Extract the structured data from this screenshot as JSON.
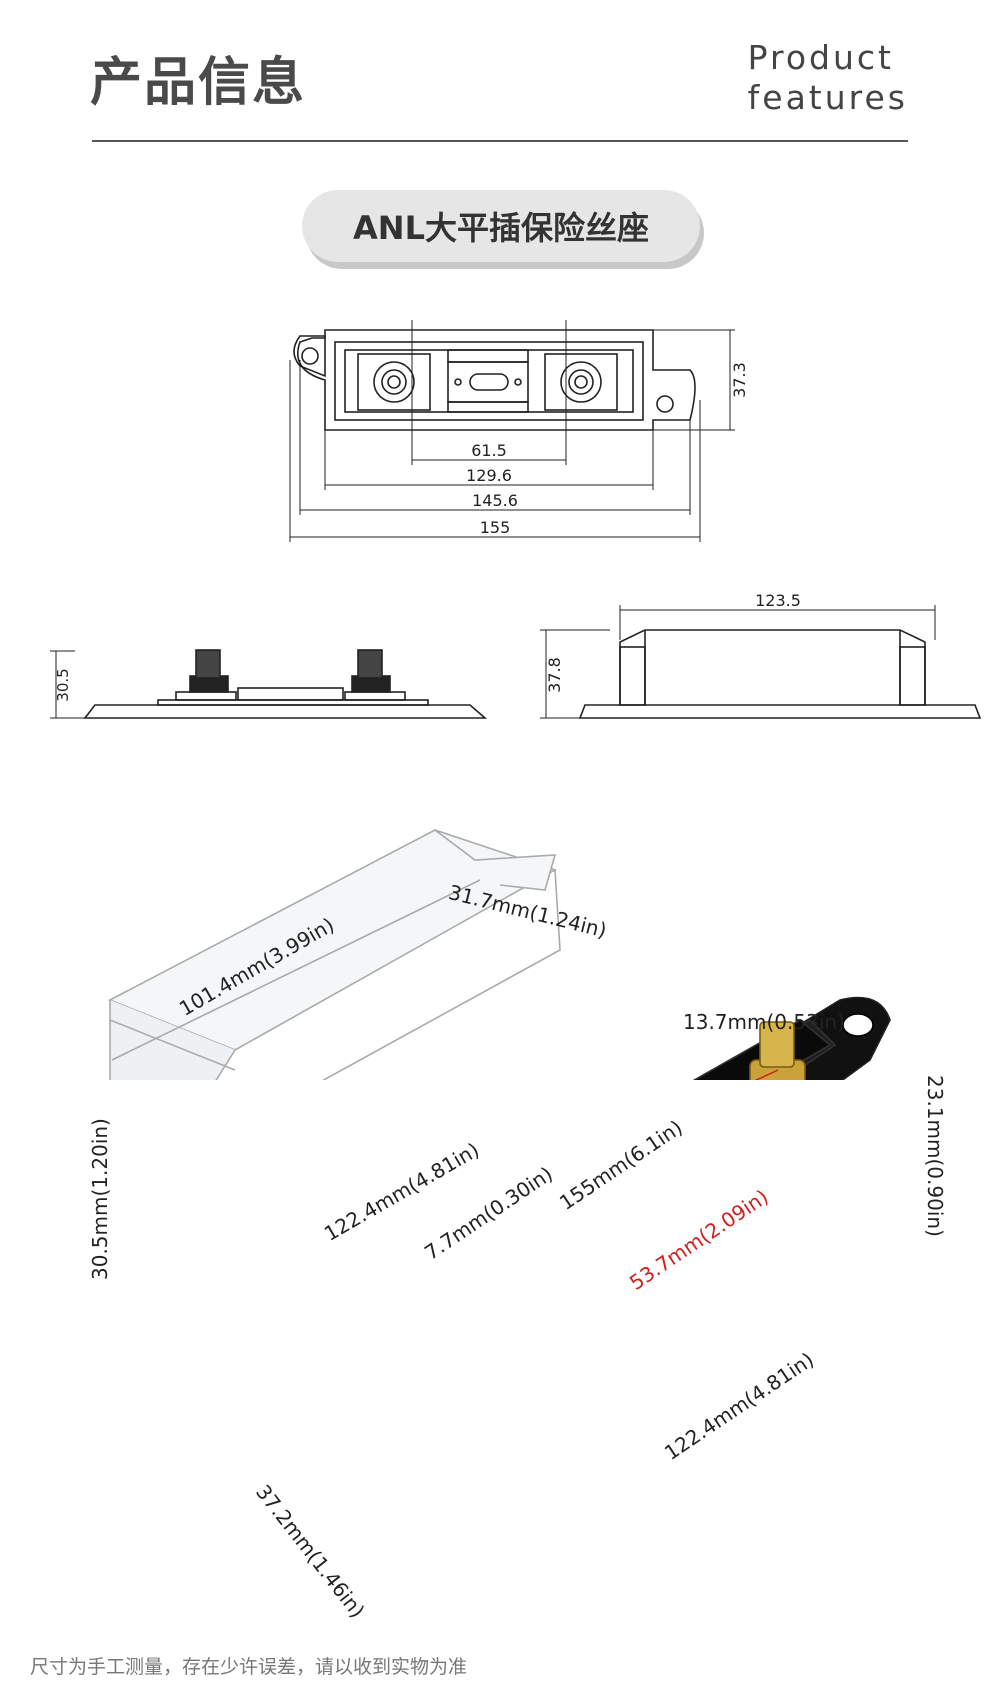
{
  "header": {
    "title_cn": "产品信息",
    "title_en_line1": "Product",
    "title_en_line2": "features"
  },
  "product_name": "ANL大平插保险丝座",
  "top_view": {
    "dim_terminal_spacing": "61.5",
    "dim_body_length": "129.6",
    "dim_hole_spacing": "145.6",
    "dim_total_length": "155",
    "dim_width": "37.3"
  },
  "side_view": {
    "dim_height": "30.5"
  },
  "cover_side_view": {
    "dim_length": "123.5",
    "dim_height": "37.8"
  },
  "cover_dims": {
    "width": "31.7mm(1.24in)",
    "top_length": "101.4mm(3.99in)",
    "bottom_length": "122.4mm(4.81in)",
    "height": "30.5mm(1.20in)"
  },
  "base_dims": {
    "terminal_width": "13.7mm(0.53in)",
    "terminal_height": "23.1mm(0.90in)",
    "stud_diameter": "7.7mm(0.30in)",
    "total_length": "155mm(6.1in)",
    "stud_spacing": "53.7mm(2.09in)",
    "body_length": "122.4mm(4.81in)",
    "width": "37.2mm(1.46in)"
  },
  "colors": {
    "accent_red": "#d21e1e",
    "base_black": "#111111",
    "brass": "#c9a23a"
  },
  "footnote": "尺寸为手工测量，存在少许误差，请以收到实物为准"
}
